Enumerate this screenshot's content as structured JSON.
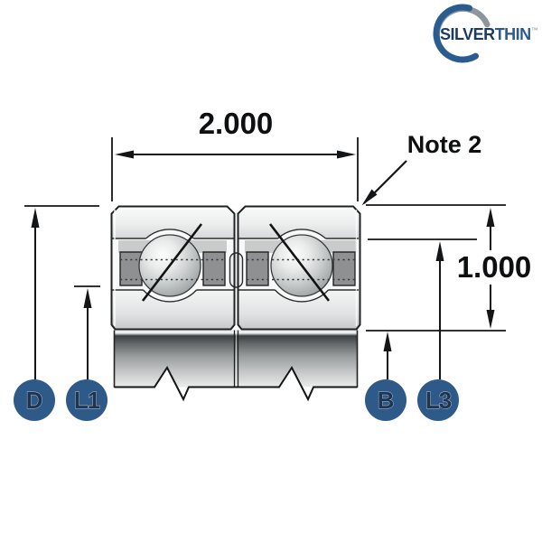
{
  "logo": {
    "brand_primary": "SILVER",
    "brand_secondary": "THIN",
    "trademark": "™"
  },
  "dimensions": {
    "overall_width": "2.000",
    "section_height": "1.000",
    "note": "Note 2"
  },
  "callouts": {
    "d": "D",
    "l1": "L1",
    "b": "B",
    "l3": "L3"
  },
  "colors": {
    "callout_blue": "#2d5a88",
    "logo_navy": "#1d3a5f",
    "logo_steel": "#2d5a8e",
    "logo_gray": "#8e959c",
    "line_color": "#161819",
    "cage_gray": "#8e9092"
  }
}
